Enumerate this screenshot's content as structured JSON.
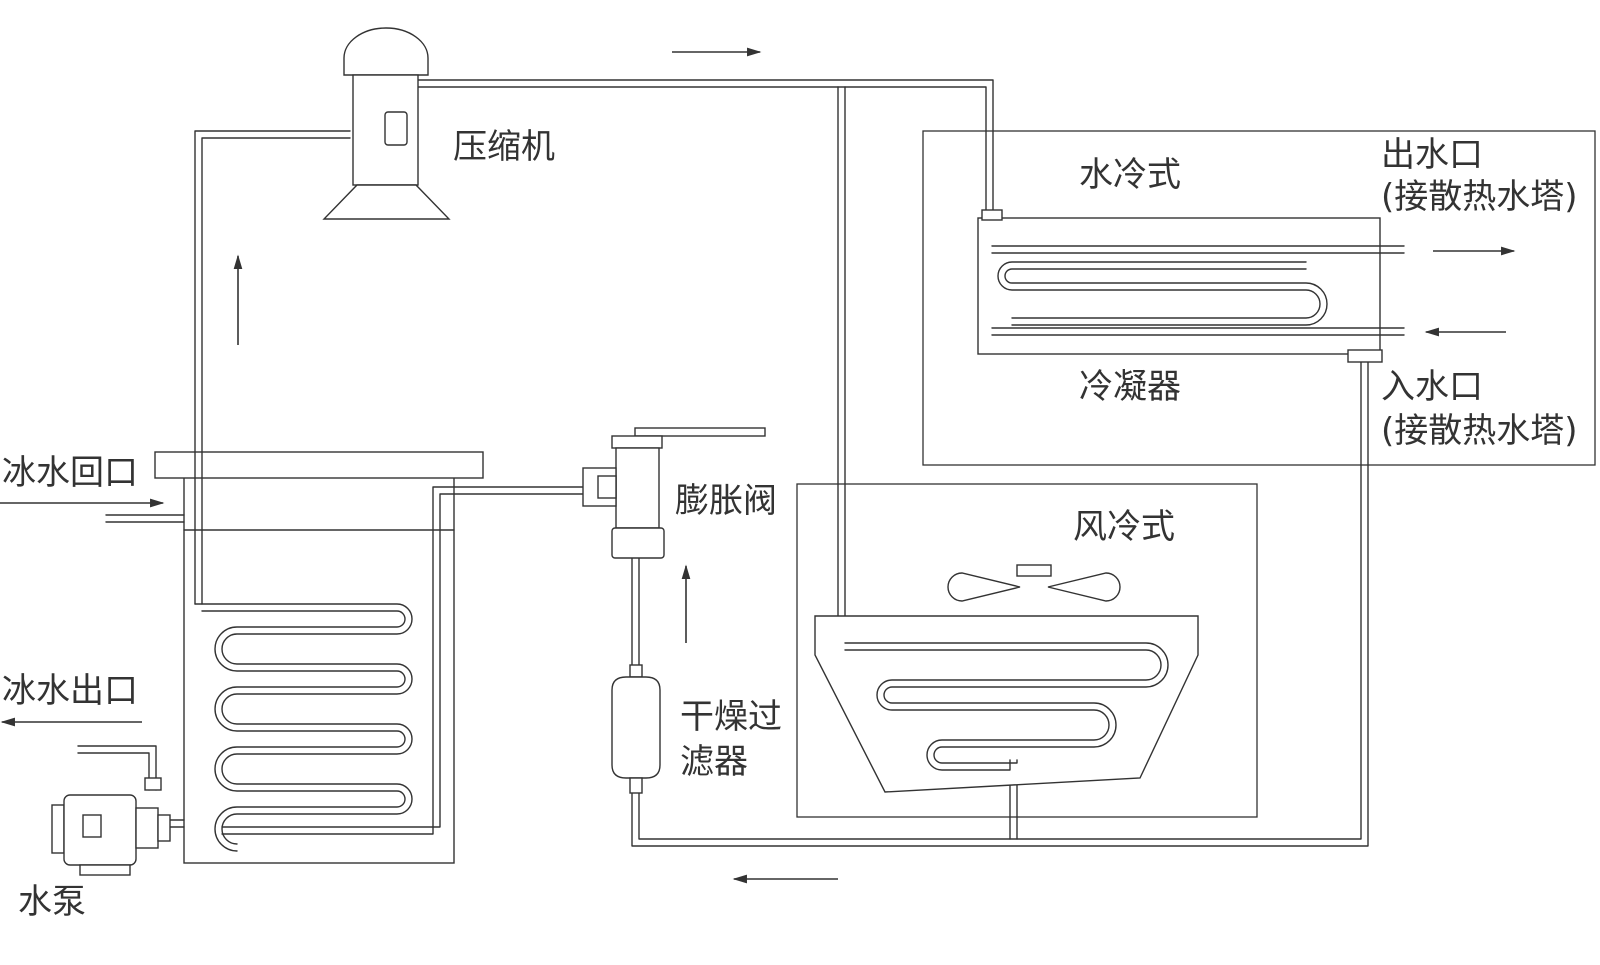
{
  "labels": {
    "compressor": "压缩机",
    "water_cooled": "水冷式",
    "water_outlet": "出水口",
    "water_outlet_note": "(接散热水塔)",
    "condenser": "冷凝器",
    "water_inlet": "入水口",
    "water_inlet_note": "(接散热水塔)",
    "ice_water_return": "冰水回口",
    "expansion_valve": "膨胀阀",
    "air_cooled": "风冷式",
    "ice_water_outlet": "冰水出口",
    "dryer_filter_line1": "干燥过",
    "dryer_filter_line2": "滤器",
    "water_pump": "水泵"
  },
  "colors": {
    "line": "#333333",
    "background": "#ffffff"
  }
}
